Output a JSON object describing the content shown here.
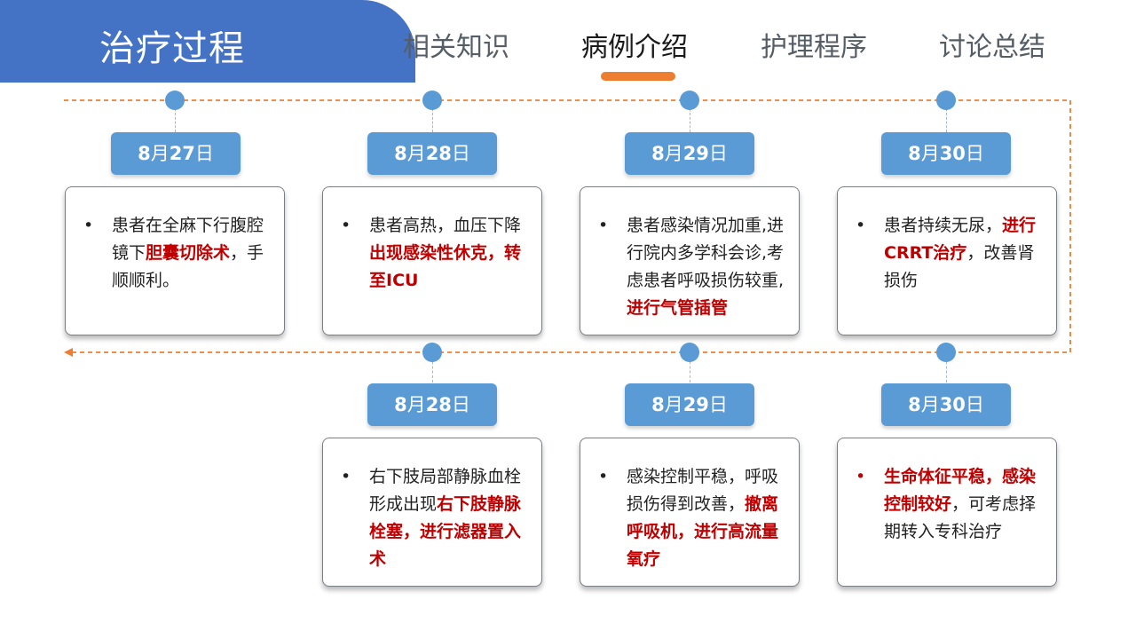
{
  "header": {
    "title": "治疗过程",
    "tabs": [
      {
        "label": "相关知识",
        "active": false
      },
      {
        "label": "病例介绍",
        "active": true
      },
      {
        "label": "护理程序",
        "active": false
      },
      {
        "label": "讨论总结",
        "active": false
      }
    ]
  },
  "colors": {
    "header_blue": "#4472c4",
    "pill_blue": "#5b9bd5",
    "accent_orange": "#ed7d31",
    "highlight_red": "#c00000"
  },
  "bullet_symbol": "•",
  "timeline": {
    "top_row": [
      {
        "date": {
          "num": "8",
          "month": "月",
          "day": "27",
          "suffix": "日"
        },
        "text": [
          {
            "t": "患者在全麻下行腹腔镜下",
            "hl": false
          },
          {
            "t": "胆囊切除术",
            "hl": true
          },
          {
            "t": "，手顺顺利。",
            "hl": false
          }
        ]
      },
      {
        "date": {
          "num": "8",
          "month": "月",
          "day": "28",
          "suffix": "日"
        },
        "text": [
          {
            "t": "患者高热，血压下降",
            "hl": false
          },
          {
            "t": "出现感染性休克，转至ICU",
            "hl": true
          }
        ]
      },
      {
        "date": {
          "num": "8",
          "month": "月",
          "day": "29",
          "suffix": "日"
        },
        "text": [
          {
            "t": "患者感染情况加重,进行院内多学科会诊,考虑患者呼吸损伤较重,",
            "hl": false
          },
          {
            "t": "进行气管插管",
            "hl": true
          }
        ]
      },
      {
        "date": {
          "num": "8",
          "month": "月",
          "day": "30",
          "suffix": "日"
        },
        "text": [
          {
            "t": "患者持续无尿，",
            "hl": false
          },
          {
            "t": "进行CRRT治疗",
            "hl": true
          },
          {
            "t": "，改善肾损伤",
            "hl": false
          }
        ]
      }
    ],
    "bottom_row": [
      {
        "date": {
          "num": "8",
          "month": "月",
          "day": "28",
          "suffix": "日"
        },
        "text": [
          {
            "t": "右下肢局部静脉血栓形成出现",
            "hl": false
          },
          {
            "t": "右下肢静脉栓塞，进行滤器置入术",
            "hl": true
          }
        ]
      },
      {
        "date": {
          "num": "8",
          "month": "月",
          "day": "29",
          "suffix": "日"
        },
        "text": [
          {
            "t": "感染控制平稳，呼吸损伤得到改善，",
            "hl": false
          },
          {
            "t": "撤离呼吸机，进行高流量氧疗",
            "hl": true
          }
        ]
      },
      {
        "date": {
          "num": "8",
          "month": "月",
          "day": "30",
          "suffix": "日"
        },
        "text": [
          {
            "t": "生命体征平稳，感染控制较好",
            "hl": true
          },
          {
            "t": "，可考虑择期转入专科治疗",
            "hl": false
          }
        ],
        "red_bullet": true
      }
    ]
  }
}
